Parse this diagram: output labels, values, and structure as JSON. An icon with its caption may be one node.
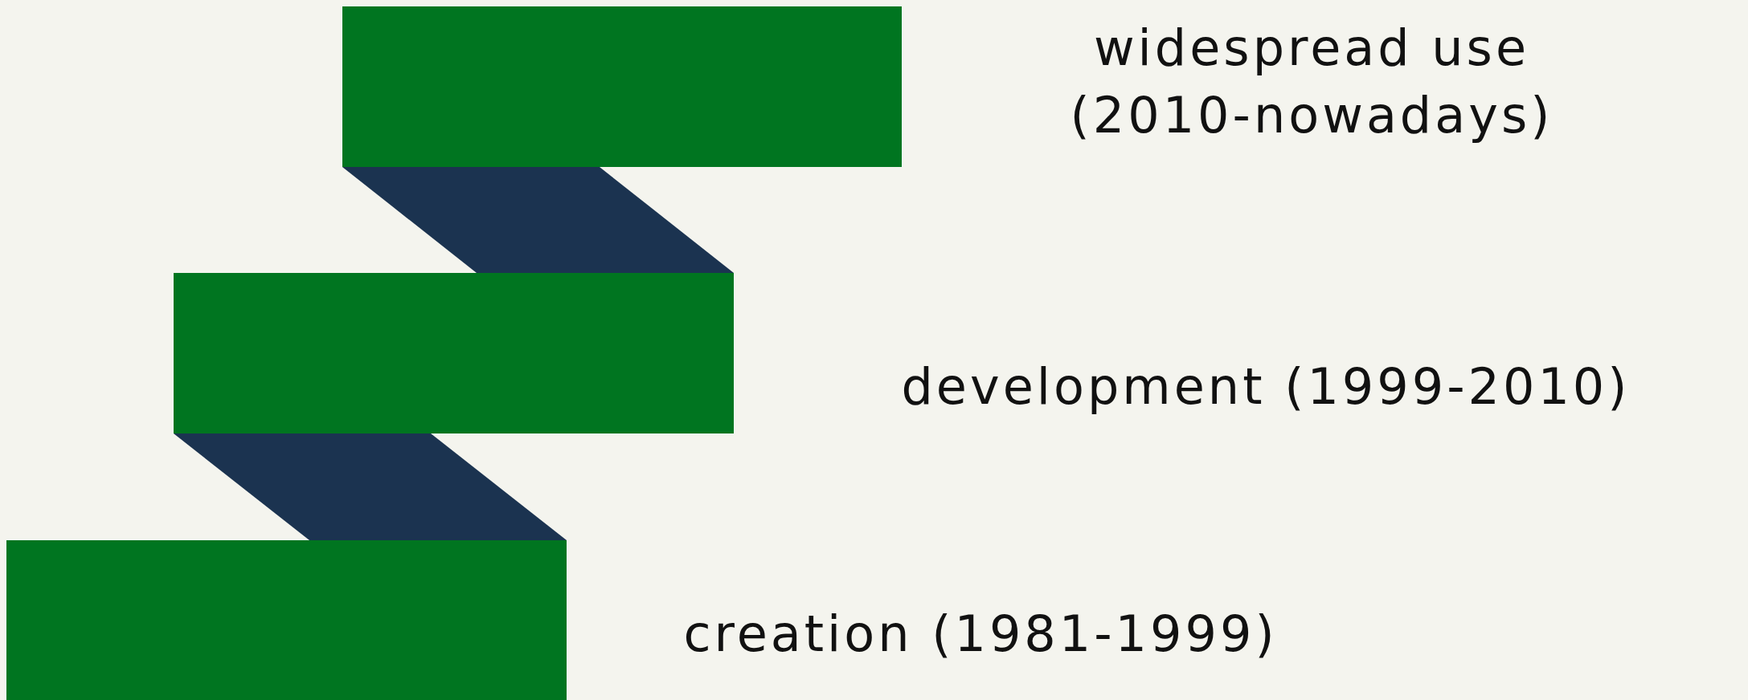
{
  "diagram": {
    "nodes": [
      {
        "text": [],
        "shape": "bar",
        "beside": [
          "widespread use (2010-nowadays)"
        ]
      },
      {
        "text": [],
        "shape": "bar",
        "beside": [
          "development (1999-2010)"
        ]
      },
      {
        "text": [],
        "shape": "bar",
        "beside": [
          "creation (1981-1999)"
        ]
      }
    ],
    "edges": [
      {
        "from": 0,
        "to": 1,
        "arrow": "none"
      },
      {
        "from": 1,
        "to": 2,
        "arrow": "none"
      }
    ]
  }
}
